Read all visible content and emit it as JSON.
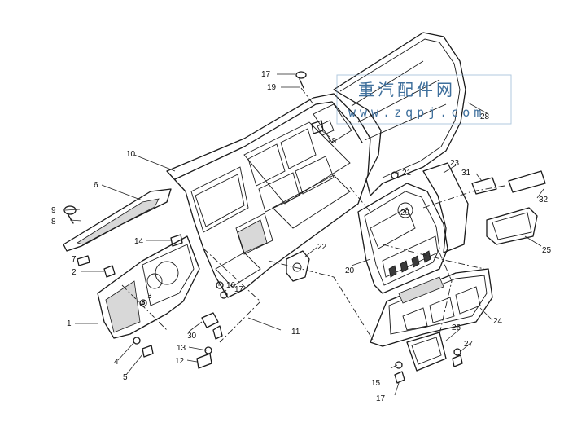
{
  "watermark": {
    "title": "重汽配件网",
    "url": "www.zqpj.com",
    "color": "#3e6f9c"
  },
  "callouts": [
    {
      "id": "c1",
      "text": "1"
    },
    {
      "id": "c2",
      "text": "2"
    },
    {
      "id": "c3",
      "text": "3"
    },
    {
      "id": "c4",
      "text": "4"
    },
    {
      "id": "c5",
      "text": "5"
    },
    {
      "id": "c6",
      "text": "6"
    },
    {
      "id": "c7",
      "text": "7"
    },
    {
      "id": "c8",
      "text": "8"
    },
    {
      "id": "c9",
      "text": "9"
    },
    {
      "id": "c10",
      "text": "10"
    },
    {
      "id": "c11",
      "text": "11"
    },
    {
      "id": "c12",
      "text": "12"
    },
    {
      "id": "c13",
      "text": "13"
    },
    {
      "id": "c14",
      "text": "14"
    },
    {
      "id": "c15",
      "text": "15"
    },
    {
      "id": "c16",
      "text": "16"
    },
    {
      "id": "c17a",
      "text": "17"
    },
    {
      "id": "c17b",
      "text": "17"
    },
    {
      "id": "c17c",
      "text": "17"
    },
    {
      "id": "c18",
      "text": "18"
    },
    {
      "id": "c19",
      "text": "19"
    },
    {
      "id": "c20",
      "text": "20"
    },
    {
      "id": "c21",
      "text": "21"
    },
    {
      "id": "c22",
      "text": "22"
    },
    {
      "id": "c23",
      "text": "23"
    },
    {
      "id": "c24",
      "text": "24"
    },
    {
      "id": "c25",
      "text": "25"
    },
    {
      "id": "c26",
      "text": "26"
    },
    {
      "id": "c27",
      "text": "27"
    },
    {
      "id": "c28",
      "text": "28"
    },
    {
      "id": "c29",
      "text": "29"
    },
    {
      "id": "c30",
      "text": "30"
    },
    {
      "id": "c31",
      "text": "31"
    },
    {
      "id": "c32",
      "text": "32"
    }
  ]
}
